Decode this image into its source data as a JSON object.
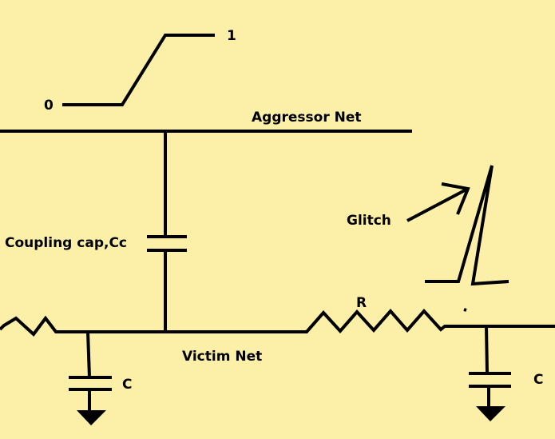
{
  "diagram": {
    "background_color": "#fcf0a8",
    "ink_color": "#000000",
    "labels": {
      "pulse_high": "1",
      "pulse_low": "0",
      "aggressor": "Aggressor Net",
      "coupling": "Coupling cap,Cc",
      "glitch": "Glitch",
      "resistor": "R",
      "victim": "Victim Net",
      "cap_left": "C",
      "cap_right": "C"
    },
    "components": [
      "pulse-waveform",
      "aggressor-net",
      "coupling-capacitor",
      "victim-net",
      "resistor",
      "capacitor",
      "ground",
      "glitch-waveform"
    ]
  }
}
